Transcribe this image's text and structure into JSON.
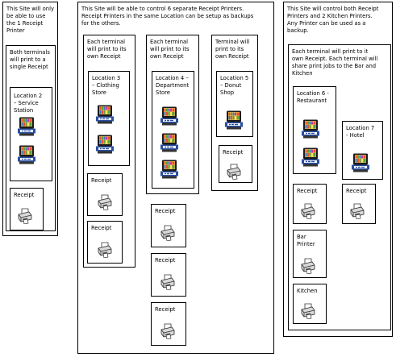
{
  "site1": {
    "title": "This Site will only\nbe able to use\nthe 1 Receipt\nPrinter",
    "group": {
      "label": "Both terminals\nwill print to a\nsingle Receipt",
      "location": "Location 2\n– Service\nStation",
      "printers": [
        "Receipt"
      ]
    }
  },
  "site2": {
    "title": "This Site will be able to control 6 separate Receipt Printers.\nReceipt Printers in the same Location can be setup as backups\nfor the others.",
    "groups": [
      {
        "label": "Each terminal\nwill print to its\nown Receipt",
        "location": "Location 3\n– Clothing\nStore",
        "printers": [
          "Receipt",
          "Receipt"
        ]
      },
      {
        "label": "Each terminal\nwill print to its\nown Receipt",
        "location": "Location 4 –\nDepartment\nStore",
        "printers": [
          "Receipt",
          "Receipt",
          "Receipt"
        ]
      },
      {
        "label": "Terminal will\nprint to its\nown Receipt",
        "location": "Location 5\n– Donut\nShop",
        "printers": [
          "Receipt"
        ]
      }
    ]
  },
  "site3": {
    "title": "This Site will control both Receipt\nPrinters and 2 Kitchen Printers.\nAny Printer can be used as a\nbackup.",
    "group": {
      "label": "Each terminal will print to it\nown Receipt. Each terminal will\nshare print jobs to the Bar and\nKitchen",
      "locations": [
        "Location 6 -\nRestaurant",
        "Location 7\n- Hotel"
      ],
      "printers": [
        "Receipt",
        "Receipt",
        "Bar\nPrinter",
        "Kitchen"
      ]
    }
  },
  "icons": {
    "terminal": "pos-terminal-icon",
    "printer": "receipt-printer-icon"
  },
  "colors": {
    "border": "#000000",
    "background": "#ffffff",
    "terminal_body": "#1a1a1a",
    "terminal_stand": "#2a4fa0",
    "printer_body": "#d8d8d8"
  }
}
